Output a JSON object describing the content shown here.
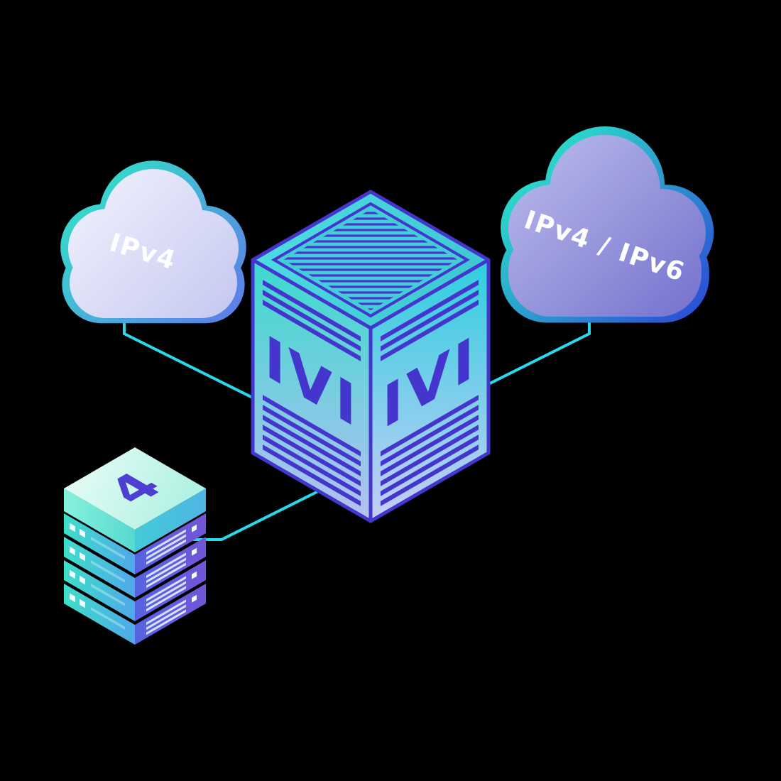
{
  "diagram": {
    "left_cloud": {
      "label": "IPv4",
      "icon": "cloud-icon"
    },
    "right_cloud": {
      "label": "IPv4 / IPv6",
      "icon": "cloud-icon"
    },
    "cube": {
      "left_face_label": "IVI",
      "right_face_label": "IVI",
      "icon": "isometric-cube-icon"
    },
    "server_stack": {
      "label": "4",
      "icon": "server-stack-icon",
      "unit_count": "4"
    }
  },
  "colors": {
    "background": "#000000",
    "connector_cyan": "#2BD7EA",
    "edge_indigo": "#4435CC",
    "cube_teal": "#3FD9CE",
    "cloud_lavender": "#D8DAF5",
    "cloud_purple": "#7370CD",
    "accent_mint": "#2FE9C6",
    "accent_blue": "#2C45D6"
  }
}
